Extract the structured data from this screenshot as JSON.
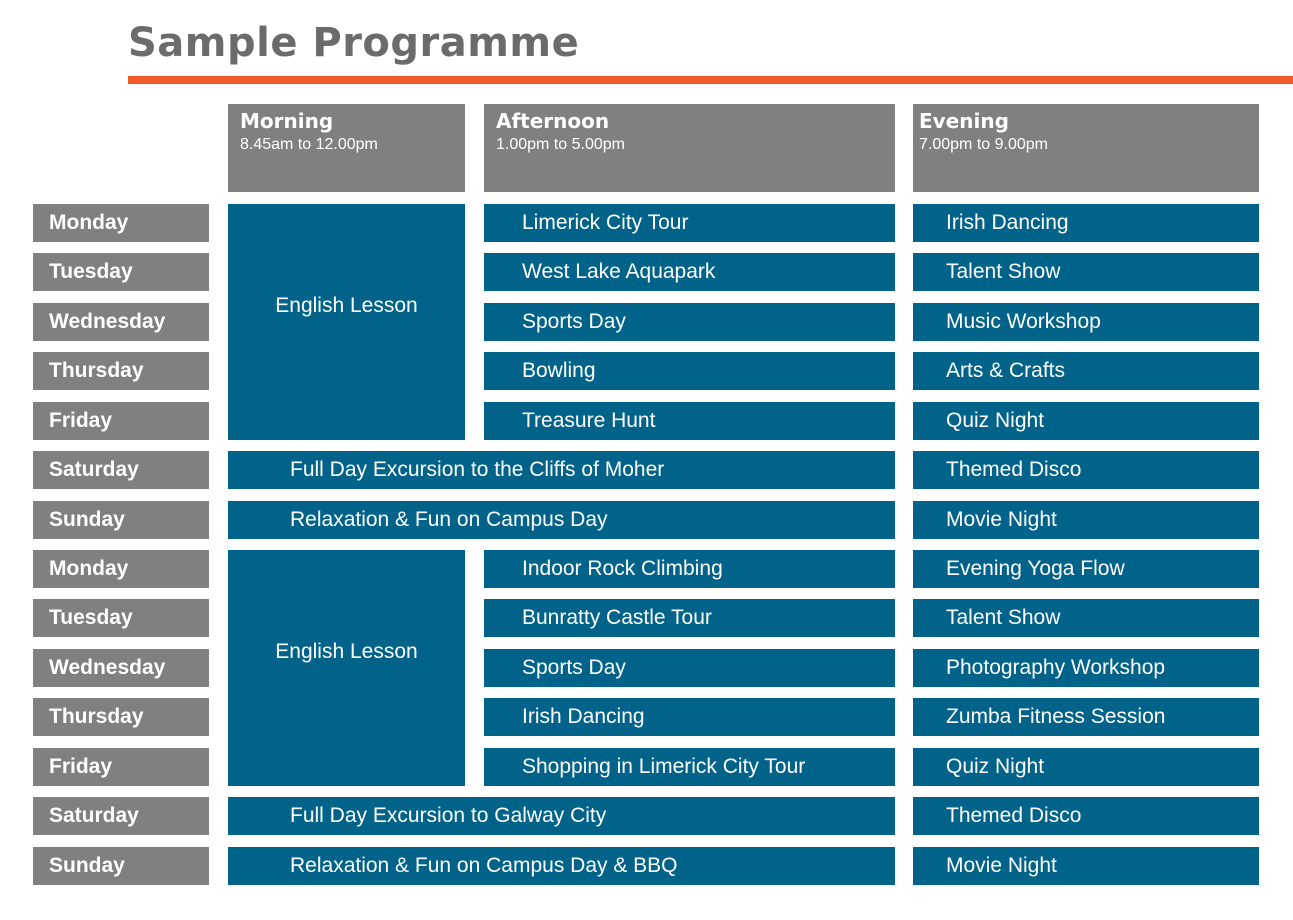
{
  "title": "Sample Programme",
  "accent_color": "#f05a28",
  "cell_color": "#01628a",
  "header_color": "#808080",
  "headers": {
    "morning": {
      "title": "Morning",
      "time": "8.45am to 12.00pm"
    },
    "afternoon": {
      "title": "Afternoon",
      "time": "1.00pm to 5.00pm"
    },
    "evening": {
      "title": "Evening",
      "time": "7.00pm to 9.00pm"
    }
  },
  "week1": {
    "lesson": "English Lesson",
    "monday": {
      "day": "Monday",
      "afternoon": "Limerick City Tour",
      "evening": "Irish Dancing"
    },
    "tuesday": {
      "day": "Tuesday",
      "afternoon": "West Lake Aquapark",
      "evening": "Talent Show"
    },
    "wednesday": {
      "day": "Wednesday",
      "afternoon": "Sports Day",
      "evening": "Music Workshop"
    },
    "thursday": {
      "day": "Thursday",
      "afternoon": "Bowling",
      "evening": "Arts & Crafts"
    },
    "friday": {
      "day": "Friday",
      "afternoon": "Treasure Hunt",
      "evening": "Quiz Night"
    },
    "saturday": {
      "day": "Saturday",
      "fullday": "Full Day Excursion to the Cliffs of Moher",
      "evening": "Themed Disco"
    },
    "sunday": {
      "day": "Sunday",
      "fullday": "Relaxation & Fun on Campus Day",
      "evening": "Movie Night"
    }
  },
  "week2": {
    "lesson": "English Lesson",
    "monday": {
      "day": "Monday",
      "afternoon": "Indoor Rock Climbing",
      "evening": "Evening Yoga Flow"
    },
    "tuesday": {
      "day": "Tuesday",
      "afternoon": "Bunratty Castle Tour",
      "evening": "Talent Show"
    },
    "wednesday": {
      "day": "Wednesday",
      "afternoon": "Sports Day",
      "evening": "Photography Workshop"
    },
    "thursday": {
      "day": "Thursday",
      "afternoon": "Irish Dancing",
      "evening": "Zumba Fitness Session"
    },
    "friday": {
      "day": "Friday",
      "afternoon": "Shopping in Limerick City Tour",
      "evening": "Quiz Night"
    },
    "saturday": {
      "day": "Saturday",
      "fullday": "Full Day Excursion to Galway City",
      "evening": "Themed Disco"
    },
    "sunday": {
      "day": "Sunday",
      "fullday": "Relaxation & Fun on Campus Day & BBQ",
      "evening": "Movie Night"
    }
  }
}
